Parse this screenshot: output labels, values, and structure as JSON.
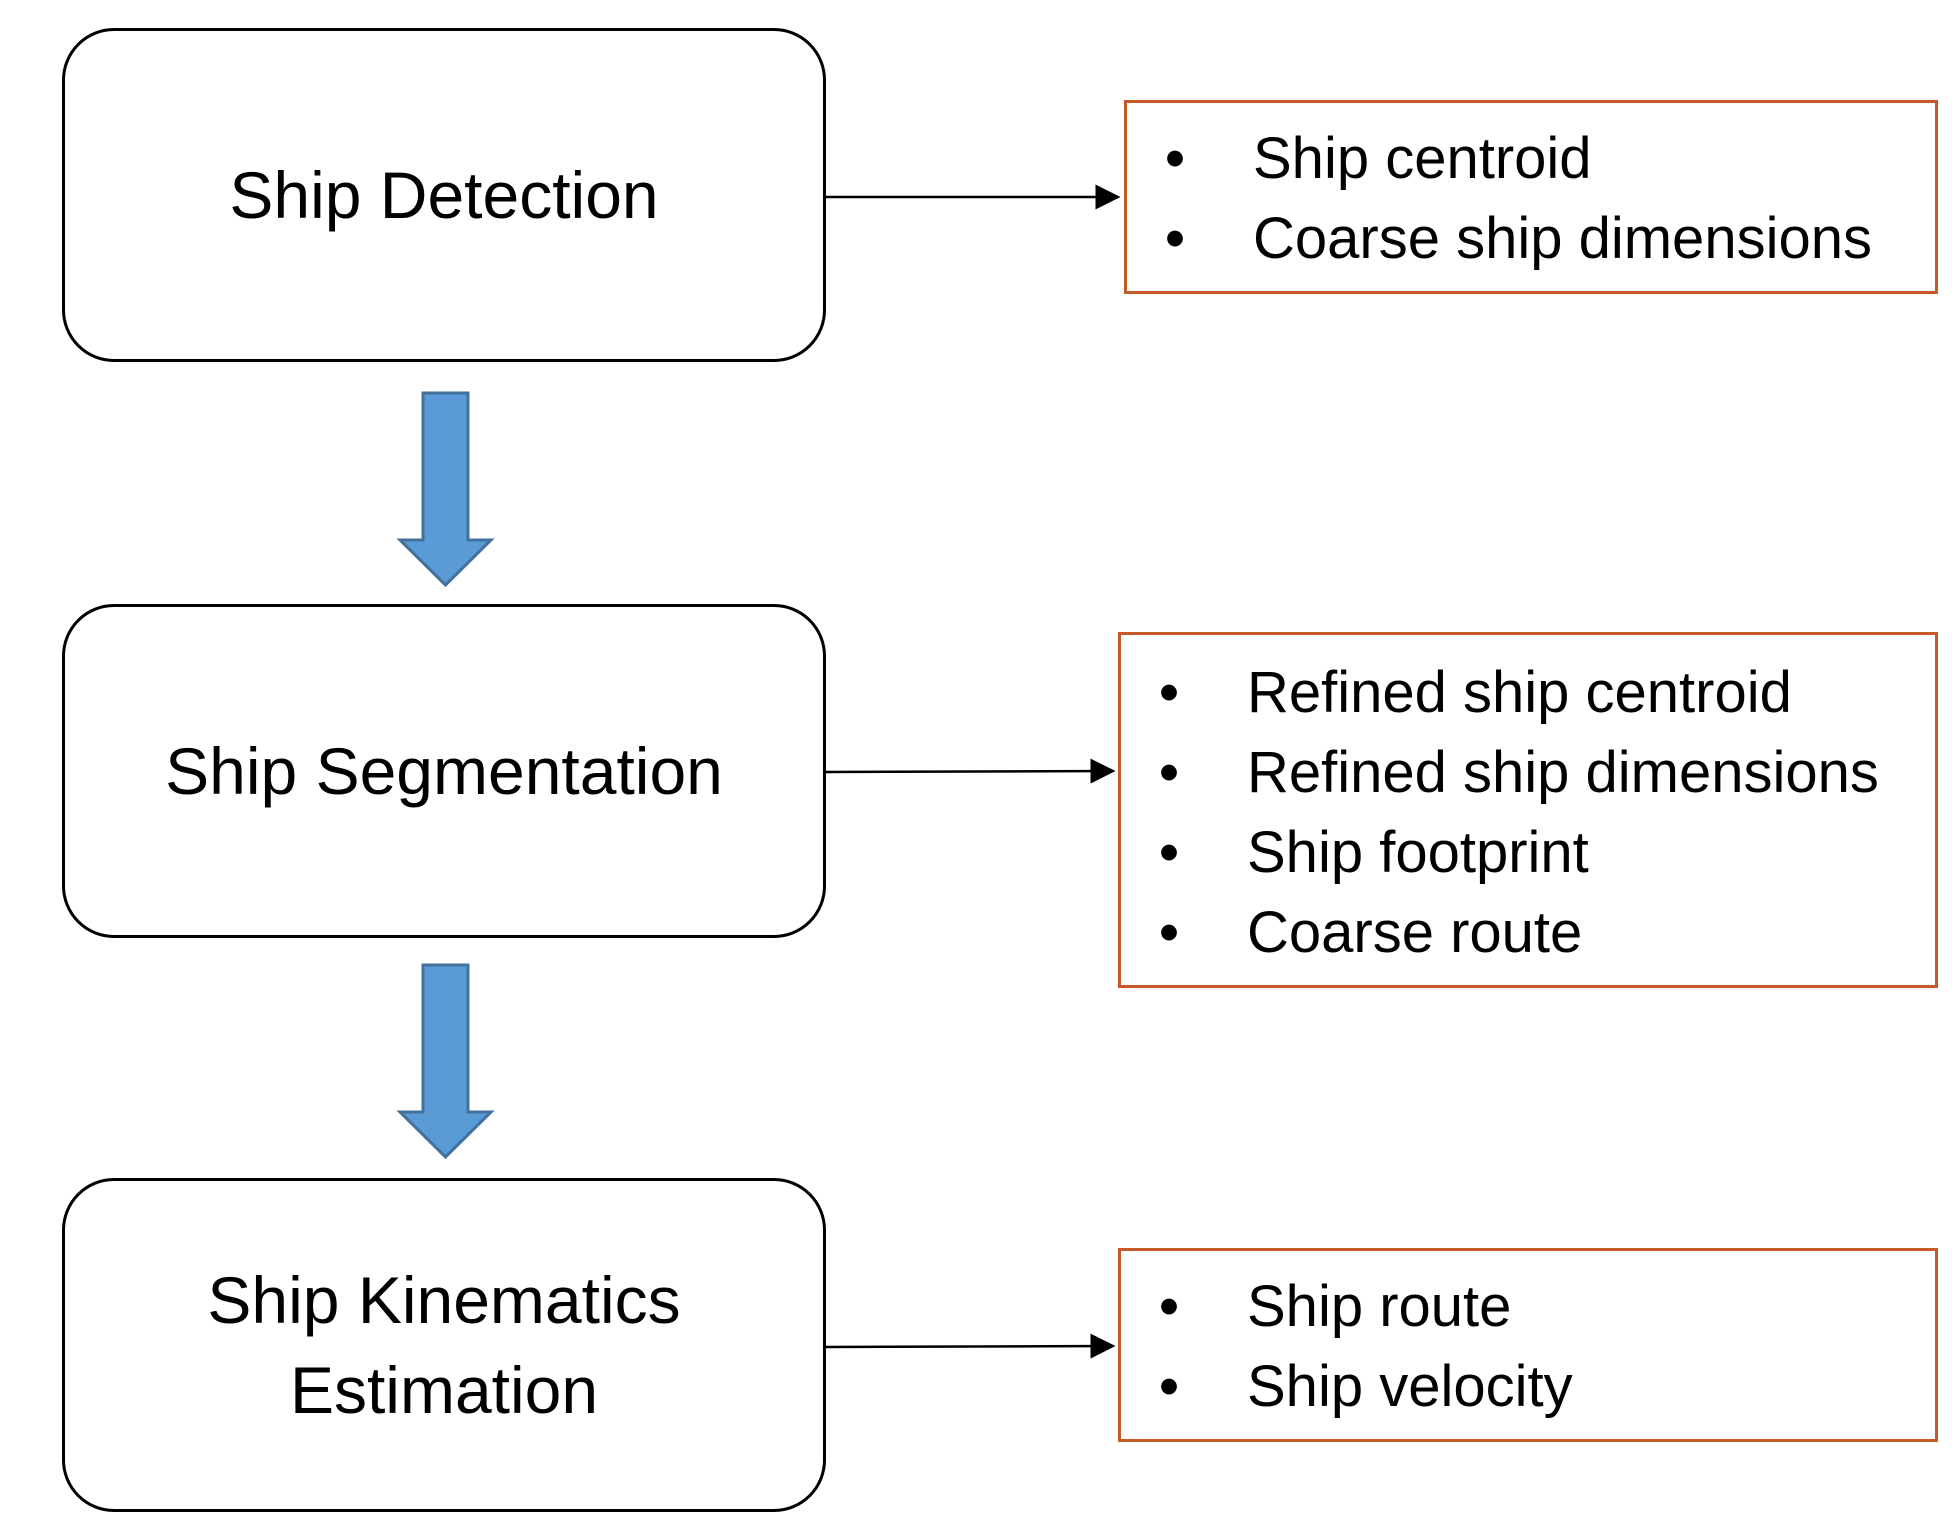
{
  "diagram": {
    "stages": [
      {
        "label": "Ship Detection",
        "outputs": [
          "Ship centroid",
          "Coarse ship dimensions"
        ]
      },
      {
        "label": "Ship Segmentation",
        "outputs": [
          "Refined ship centroid",
          "Refined ship dimensions",
          "Ship footprint",
          "Coarse route"
        ]
      },
      {
        "label": "Ship Kinematics\nEstimation",
        "outputs": [
          "Ship route",
          "Ship velocity"
        ]
      }
    ],
    "bullet_symbol": "•",
    "colors": {
      "process_border": "#000000",
      "output_border": "#c55a28",
      "flow_arrow_fill": "#5b9bd5",
      "flow_arrow_stroke": "#41719c",
      "connector": "#000000"
    }
  }
}
